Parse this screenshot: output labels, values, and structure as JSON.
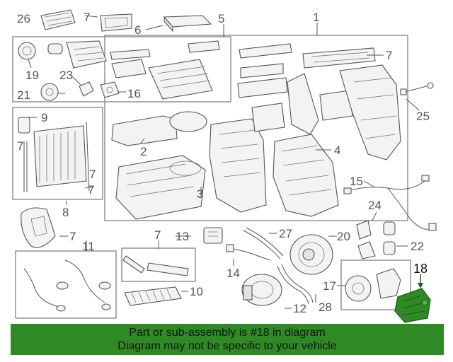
{
  "callouts": {
    "c1": "1",
    "c2": "2",
    "c3": "3",
    "c4": "4",
    "c5": "5",
    "c6": "6",
    "c7a": "7",
    "c7b": "7",
    "c7c": "7",
    "c7d": "7",
    "c7e": "7",
    "c7f": "7",
    "c7g": "7",
    "c8": "8",
    "c9": "9",
    "c10": "10",
    "c11": "11",
    "c12": "12",
    "c13": "13",
    "c14": "14",
    "c15": "15",
    "c16": "16",
    "c17": "17",
    "c18": "18",
    "c19": "19",
    "c20": "20",
    "c21": "21",
    "c22": "22",
    "c23": "23",
    "c24": "24",
    "c25": "25",
    "c26": "26",
    "c27": "27",
    "c28": "28"
  },
  "colors": {
    "highlight_part": "#2f8a25",
    "banner": "#2f8a25"
  },
  "banner": {
    "line1": "Part or sub-assembly is #18 in diagram",
    "line2": "Diagram may not be specific to your vehicle"
  }
}
